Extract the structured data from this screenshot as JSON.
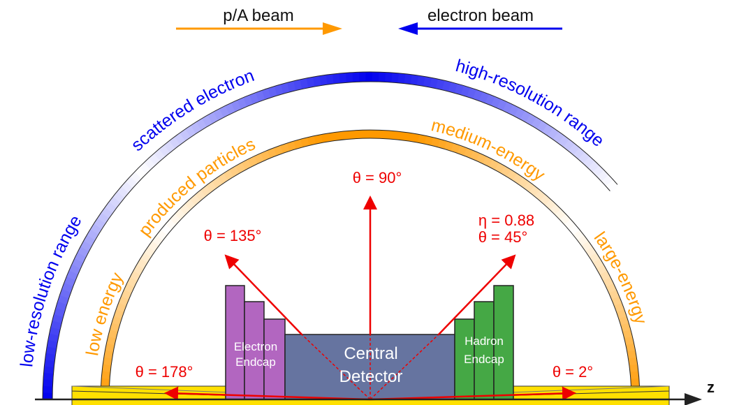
{
  "beams": {
    "proton_label": "p/A beam",
    "electron_label": "electron beam"
  },
  "arcs": {
    "scattered_electron": "scattered electron",
    "high_resolution": "high-resolution range",
    "low_resolution": "low-resolution range",
    "produced_particles": "produced particles",
    "medium_energy": "medium-energy",
    "low_energy": "low energy",
    "large_energy": "large-energy"
  },
  "angles": {
    "theta_90": "θ = 90°",
    "theta_135": "θ = 135°",
    "eta_088": "η = 0.88",
    "theta_45": "θ = 45°",
    "theta_178": "θ = 178°",
    "theta_2": "θ = 2°"
  },
  "detectors": {
    "electron_endcap_1": "Electron",
    "electron_endcap_2": "Endcap",
    "central_1": "Central",
    "central_2": "Detector",
    "hadron_endcap_1": "Hadron",
    "hadron_endcap_2": "Endcap"
  },
  "axis_label": "z",
  "colors": {
    "orange": "#ff9900",
    "blue": "#0000ee",
    "red": "#ee0000",
    "purple": "#b266c0",
    "central": "#6674a0",
    "green": "#45a845",
    "yellow": "#ffe000"
  }
}
